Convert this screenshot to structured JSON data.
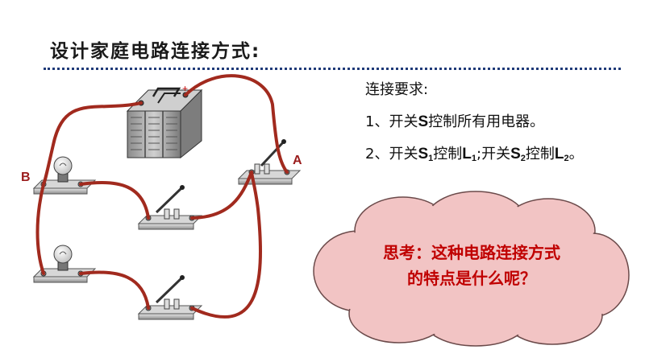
{
  "slide": {
    "title": "设计家庭电路连接方式:"
  },
  "requirements": {
    "heading": "连接要求:",
    "item1": {
      "prefix": "1、开关",
      "switch": "S",
      "suffix": "控制所有用电器。"
    },
    "item2": {
      "prefix": "2、开关",
      "switch1": "S",
      "switch1_sub": "1",
      "mid1": "控制",
      "lamp1": "L",
      "lamp1_sub": "1",
      "sep": ";开关",
      "switch2": "S",
      "switch2_sub": "2",
      "mid2": "控制",
      "lamp2": "L",
      "lamp2_sub": "2",
      "end": "。"
    }
  },
  "cloud": {
    "line1": "思考：这种电路连接方式",
    "line2": "的特点是什么呢？"
  },
  "circuit": {
    "label_a": "A",
    "label_b": "B",
    "battery_plus": "+"
  },
  "colors": {
    "wire": "#a12a1e",
    "cloud_fill": "#f2c4c4",
    "cloud_text": "#c00000",
    "title_rule": "#1f3a78"
  }
}
